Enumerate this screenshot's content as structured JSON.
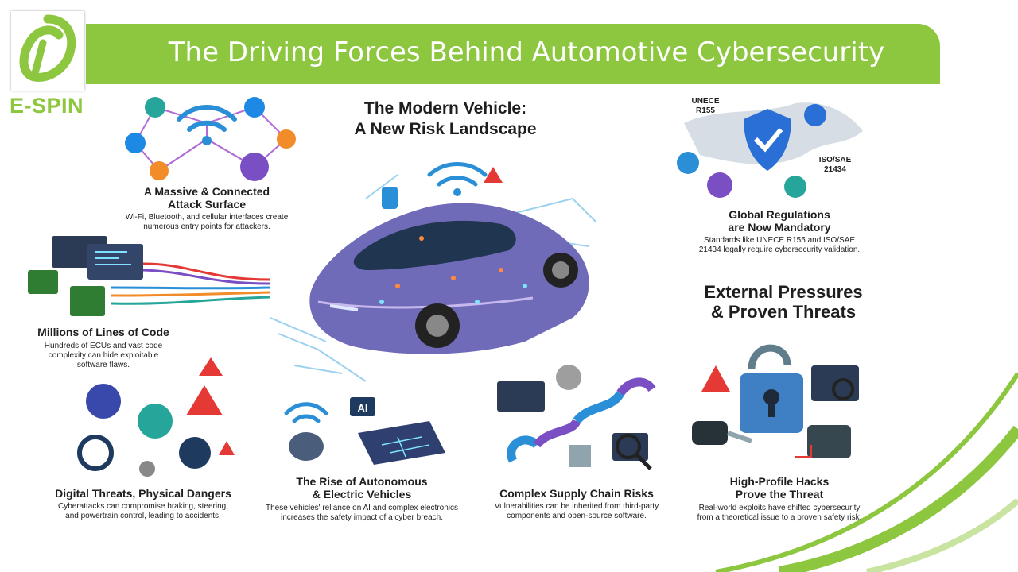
{
  "banner": {
    "title": "The Driving Forces Behind Automotive Cybersecurity"
  },
  "logo": {
    "name": "E-SPIN"
  },
  "center": {
    "title_line1": "The Modern Vehicle:",
    "title_line2": "A New Risk Landscape"
  },
  "sections": {
    "attack_surface": {
      "title_line1": "A Massive & Connected",
      "title_line2": "Attack Surface",
      "body_line1": "Wi-Fi, Bluetooth, and cellular interfaces create",
      "body_line2": "numerous entry points for attackers."
    },
    "lines_of_code": {
      "title": "Millions of Lines of Code",
      "body_line1": "Hundreds of ECUs and vast code",
      "body_line2": "complexity can hide exploitable",
      "body_line3": "software flaws."
    },
    "digital_threats": {
      "title": "Digital Threats, Physical Dangers",
      "body_line1": "Cyberattacks can compromise braking, steering,",
      "body_line2": "and powertrain control, leading to accidents."
    },
    "autonomous": {
      "title_line1": "The Rise of Autonomous",
      "title_line2": "& Electric Vehicles",
      "body_line1": "These vehicles' reliance on AI and complex electronics",
      "body_line2": "increases the safety impact of a cyber breach."
    },
    "supply_chain": {
      "title": "Complex Supply Chain Risks",
      "body_line1": "Vulnerabilities can be inherited from third-party",
      "body_line2": "components and open-source software."
    },
    "regulations": {
      "title_line1": "Global Regulations",
      "title_line2": "are Now Mandatory",
      "body_line1": "Standards like UNECE R155 and ISO/SAE",
      "body_line2": "21434 legally require cybersecurity validation.",
      "badge1_line1": "UNECE",
      "badge1_line2": "R155",
      "badge2_line1": "ISO/SAE",
      "badge2_line2": "21434"
    },
    "external": {
      "title_line1": "External Pressures",
      "title_line2": "& Proven Threats"
    },
    "hacks": {
      "title_line1": "High-Profile Hacks",
      "title_line2": "Prove the Threat",
      "body_line1": "Real-world exploits have shifted cybersecurity",
      "body_line2": "from a theoretical issue to a proven safety risk."
    }
  },
  "labels": {
    "ai": "AI"
  },
  "colors": {
    "brand_green": "#8dc63f",
    "accent_blue": "#2a8fd6",
    "warning_red": "#e53935",
    "purple": "#7b4fc4",
    "orange": "#f28c28"
  }
}
